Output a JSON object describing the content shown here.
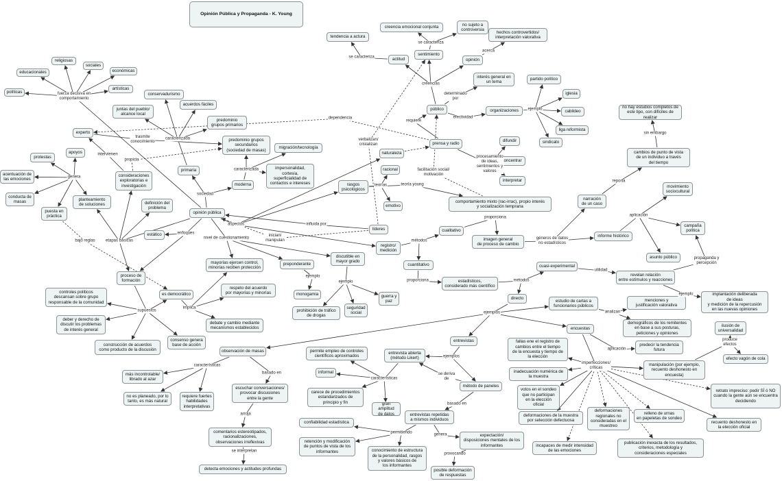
{
  "title": "Opinión Pública y Propaganda - K. Young",
  "nodes": [
    {
      "id": "title",
      "text": "Opinión Pública y Propaganda - K. Young"
    },
    {
      "id": "tendencia",
      "text": "tendencia a actura"
    },
    {
      "id": "creencia",
      "text": "creencia emocional conjunta"
    },
    {
      "id": "nosujeto",
      "text": "no sujeto a\ncontroversia"
    },
    {
      "id": "actitud",
      "text": "actitud"
    },
    {
      "id": "sentimiento",
      "text": "sentimiento"
    },
    {
      "id": "hechos",
      "text": "hechos controvertidos/\ninterpretación valorativa"
    },
    {
      "id": "opinion",
      "text": "opinión"
    },
    {
      "id": "interesg",
      "text": "interés general en\nun tema"
    },
    {
      "id": "publico",
      "text": "público"
    },
    {
      "id": "organizaciones",
      "text": "organizaciones"
    },
    {
      "id": "partido",
      "text": "partido político"
    },
    {
      "id": "iglesia",
      "text": "iglesia"
    },
    {
      "id": "cabildeo",
      "text": "cabildeo"
    },
    {
      "id": "liga",
      "text": "liga reformista"
    },
    {
      "id": "sindicato",
      "text": "sindicato"
    },
    {
      "id": "noestudios",
      "text": "no hay estudios completos de\neste tipo, con difíciles de realizar"
    },
    {
      "id": "cambios",
      "text": "cambios de punto de vista\nde un individuo a través\ndel tiempo"
    },
    {
      "id": "prensa",
      "text": "prensa y radio"
    },
    {
      "id": "difundir",
      "text": "difundir"
    },
    {
      "id": "concentrar",
      "text": "concentrar"
    },
    {
      "id": "interpretar",
      "text": "interpretar"
    },
    {
      "id": "movimiento",
      "text": "movimiento\nsociocultural"
    },
    {
      "id": "narracion",
      "text": "narración\nde un caso"
    },
    {
      "id": "campana",
      "text": "campaña\npolítica"
    },
    {
      "id": "informe",
      "text": "informe histórico"
    },
    {
      "id": "asunto",
      "text": "asunto público"
    },
    {
      "id": "religiosas",
      "text": "religiosas"
    },
    {
      "id": "sociales",
      "text": "sociales"
    },
    {
      "id": "educacionales",
      "text": "educacionales"
    },
    {
      "id": "economicas",
      "text": "económicas"
    },
    {
      "id": "artisticas",
      "text": "artísticas"
    },
    {
      "id": "politicas",
      "text": "políticas"
    },
    {
      "id": "conservadurismo",
      "text": "conservadurismo"
    },
    {
      "id": "juntas",
      "text": "juntas del pueblo/\nalcance local"
    },
    {
      "id": "acuerdos",
      "text": "acuerdos fáciles"
    },
    {
      "id": "experto",
      "text": "experto"
    },
    {
      "id": "predominio1",
      "text": "predominio\ngrupos primarios"
    },
    {
      "id": "predominio2",
      "text": "predominio grupos\nsecundarios\n(sociedad de masas)"
    },
    {
      "id": "migracion",
      "text": "migración/tecnología"
    },
    {
      "id": "apoyos",
      "text": "apoyos"
    },
    {
      "id": "protestas",
      "text": "protestas"
    },
    {
      "id": "primaria",
      "text": "primaria"
    },
    {
      "id": "consideraciones",
      "text": "consideraciones\nexploratorias e\ninvestigación"
    },
    {
      "id": "naturaleza",
      "text": "naturaleza"
    },
    {
      "id": "impersonalidad",
      "text": "impersonalidad,\ncortesía,\nsuperficialidad de\ncontactos e intereses"
    },
    {
      "id": "acentuacion",
      "text": "acentuación de\nlas emociones"
    },
    {
      "id": "racional",
      "text": "racional"
    },
    {
      "id": "moderna",
      "text": "moderna"
    },
    {
      "id": "rasgos",
      "text": "rasgos\npsicológicos"
    },
    {
      "id": "conducta",
      "text": "conducta de\nmasas"
    },
    {
      "id": "planteamiento",
      "text": "planteamiento\nde soluciones"
    },
    {
      "id": "emotivo",
      "text": "emotivo"
    },
    {
      "id": "comportamiento",
      "text": "comportamiento mixto (rac-irrac), propio interés\ny socialización temprana"
    },
    {
      "id": "definicion",
      "text": "definición del\nproblema"
    },
    {
      "id": "puesta",
      "text": "puesta en\npráctica"
    },
    {
      "id": "opinionpublica",
      "text": "opinión pública"
    },
    {
      "id": "lideres",
      "text": "líderes"
    },
    {
      "id": "cualitativo",
      "text": "cualitativo"
    },
    {
      "id": "imagen",
      "text": "imagen general\nde proceso de cambio"
    },
    {
      "id": "estatico",
      "text": "estático"
    },
    {
      "id": "registro",
      "text": "registro/\nmedición"
    },
    {
      "id": "mayorias",
      "text": "mayorías ejercen control,\nminorías reciben protección"
    },
    {
      "id": "discutible",
      "text": "discutible en\nmayor grado"
    },
    {
      "id": "preponderante",
      "text": "preponderante"
    },
    {
      "id": "cuantitativo",
      "text": "cuantitativo"
    },
    {
      "id": "cuasi",
      "text": "cuasi-experimental"
    },
    {
      "id": "revelan",
      "text": "revelan relación\nentre estímulos y reacciones"
    },
    {
      "id": "proceso",
      "text": "proceso de\nformación"
    },
    {
      "id": "estadisticos",
      "text": "estadísticos,\nconsiderado más científico"
    },
    {
      "id": "monogamia",
      "text": "monogamia"
    },
    {
      "id": "controles",
      "text": "controles políticos\ndescansan sobre grupo\nresponsable de la comunidad"
    },
    {
      "id": "respeto",
      "text": "respeto del acuerdo\npor mayorías y minorías"
    },
    {
      "id": "esdemocratico",
      "text": "es democrático"
    },
    {
      "id": "guerra",
      "text": "guerra y\npaz"
    },
    {
      "id": "directo",
      "text": "directo"
    },
    {
      "id": "implantacion",
      "text": "implantación deliberada\nde ideas\ny medición de la repercusión\nen las nuevas opiniones"
    },
    {
      "id": "estudiocartas",
      "text": "estudio de cartas a\nfuncionarios públicos"
    },
    {
      "id": "menciones",
      "text": "menciones y\njustificación valorativa"
    },
    {
      "id": "prohibicion",
      "text": "prohibición de tráfico\nde drogas"
    },
    {
      "id": "seguridad",
      "text": "seguridad\nsocial"
    },
    {
      "id": "deber",
      "text": "deber y derecho de\ndiscutir los problemas\nde interés general"
    },
    {
      "id": "debate",
      "text": "debate y cambio mediante\nmecanismos establecidos"
    },
    {
      "id": "encuestas",
      "text": "encuestas"
    },
    {
      "id": "demograficos",
      "text": "demográficos de los remitentes\nen base a sus posturas,\npeticiones y opiniones"
    },
    {
      "id": "ilusion",
      "text": "ilusión de\nuniversalidad"
    },
    {
      "id": "entrevistas",
      "text": "entrevistas"
    },
    {
      "id": "consenso",
      "text": "consenso genera\nbase de acción"
    },
    {
      "id": "construccion",
      "text": "construcción de acuerdos\ncomo producto de la discusión"
    },
    {
      "id": "fallas",
      "text": "fallas ene el registro de\ncambios entre el tiempo\nde la encuesta y tiempo de\nla elección"
    },
    {
      "id": "predecir",
      "text": "predecir la tendencia\nfutura"
    },
    {
      "id": "observacion",
      "text": "observación de masas"
    },
    {
      "id": "permite",
      "text": "permite empleo de controles\ncientíficos aproximados"
    },
    {
      "id": "entrevistaabierta",
      "text": "entrevista abierta\n(método Likert)"
    },
    {
      "id": "efecto",
      "text": "efecto vagón de cola"
    },
    {
      "id": "informal",
      "text": "informal"
    },
    {
      "id": "inadecuacion",
      "text": "inadecuación numérica de\nla muestra"
    },
    {
      "id": "manipulacion",
      "text": "manipulación (por ejemplo,\nrecuento deshonesto en\nencuesta)"
    },
    {
      "id": "masincontrolable",
      "text": "más incontrolable/\nlibrado al azar"
    },
    {
      "id": "escuchar",
      "text": "escuchar conversaciones/\nprovocar discusiones\nentre la gente"
    },
    {
      "id": "metodopaneles",
      "text": "método de paneles"
    },
    {
      "id": "votos",
      "text": "votos en el sondeo\nque no participan\nen la elección\noficial"
    },
    {
      "id": "noesplaneado",
      "text": "no es planeado, por lo\ntanto, es más natural"
    },
    {
      "id": "requiere",
      "text": "requiere fuertes\nhabilidades\ninterpretativas"
    },
    {
      "id": "carece",
      "text": "carece de procedimientos\nestandarizados de\nprincipio y fin"
    },
    {
      "id": "retrato",
      "text": "retrato impreciso: pedir SÍ ó NO\ncuando la gente aún se encuentra\ndecidiendo"
    },
    {
      "id": "granamplitud",
      "text": "gran amplitud\nde datos"
    },
    {
      "id": "deformaciones1",
      "text": "deformaciones de la muestra\npor selección defectuosa"
    },
    {
      "id": "deformaciones2",
      "text": "deformaciones\nregionales no\nconsideradas en el\nmuestreo"
    },
    {
      "id": "relleno",
      "text": "relleno de urnas\nen papeletas de sondeo"
    },
    {
      "id": "entrevistasrep",
      "text": "entrevistas repetidas\na mismos individuos"
    },
    {
      "id": "confiabilidad",
      "text": "confiabilidad estadística"
    },
    {
      "id": "recuento",
      "text": "recuento deshonesto en\nla elección oficial"
    },
    {
      "id": "comentarios",
      "text": "comentarios estereotipados,\nracionalizaciones,\nobservaciones irreflexivas"
    },
    {
      "id": "retencion",
      "text": "retención y modificación\nde puntos de vista de los\ninformantes"
    },
    {
      "id": "expectacion",
      "text": "expectación/\ndisposiciones mentales de los\ninformantes"
    },
    {
      "id": "incapaces",
      "text": "incapaces de medir intensidad\nde las emociones"
    },
    {
      "id": "publicacion",
      "text": "publicación inexacta de los resultados,\ncriterios, metodología y\nconsideraciones especiales"
    },
    {
      "id": "conocimiento",
      "text": "conocimiento de estructura\nde la personalidad, rasgos\ny valores básicos de\nlos informantes"
    },
    {
      "id": "detecta",
      "text": "detecta emociones y actitudes profundas"
    },
    {
      "id": "posible",
      "text": "posible deformación\nde respuestas"
    }
  ],
  "labels": [
    {
      "id": "l_secaracteriza1",
      "text": "se caracteriza"
    },
    {
      "id": "l_secaracteriza2",
      "text": "se caracteriza"
    },
    {
      "id": "l_acerca",
      "text": "acerca"
    },
    {
      "id": "l_creencias",
      "text": "creencias"
    },
    {
      "id": "l_determinado",
      "text": "determinado\npor"
    },
    {
      "id": "l_efectividad",
      "text": "efectividad"
    },
    {
      "id": "l_ejemplo1",
      "text": "ejemplo"
    },
    {
      "id": "l_sinembargo",
      "text": "sin embargo"
    },
    {
      "id": "l_requiere",
      "text": "requiere"
    },
    {
      "id": "l_verbalizan",
      "text": "verbalizan/\ncristalizan"
    },
    {
      "id": "l_procesamiento",
      "text": "procesamiento\nde ideas,\nsentimientos y\nvalores"
    },
    {
      "id": "l_reporta",
      "text": "reporta"
    },
    {
      "id": "l_fuerza",
      "text": "fuerza decisiva en\ncomportamiento"
    },
    {
      "id": "l_caracterizada1",
      "text": "caracterizada"
    },
    {
      "id": "l_dependencia",
      "text": "dependencia"
    },
    {
      "id": "l_trasmite",
      "text": "trasmite\nconocimiento"
    },
    {
      "id": "l_caracterizada2",
      "text": "caracterizada"
    },
    {
      "id": "l_intervienen",
      "text": "intervienen"
    },
    {
      "id": "l_propicia",
      "text": "propicia"
    },
    {
      "id": "l_genera1",
      "text": "genera"
    },
    {
      "id": "l_facilitacion",
      "text": "facilitación social/\nmotivación"
    },
    {
      "id": "l_teorias",
      "text": "teorías"
    },
    {
      "id": "l_teoriayoung",
      "text": "teoría young"
    },
    {
      "id": "l_sociedad",
      "text": "sociedad"
    },
    {
      "id": "l_aplicacion1",
      "text": "aplicación"
    },
    {
      "id": "l_aspectos",
      "text": "aspectos"
    },
    {
      "id": "l_influida",
      "text": "influida por"
    },
    {
      "id": "l_proporciona",
      "text": "proporciona"
    },
    {
      "id": "l_etapas",
      "text": "etapas básicas"
    },
    {
      "id": "l_bajoreglas",
      "text": "bajo reglas"
    },
    {
      "id": "l_enfoques",
      "text": "enfoques"
    },
    {
      "id": "l_nivel",
      "text": "nivel de cuestionamiento"
    },
    {
      "id": "l_inician",
      "text": "inician/\nmanipulan"
    },
    {
      "id": "l_metodos1",
      "text": "métodos"
    },
    {
      "id": "l_generos",
      "text": "géneros de datos\nno estadísticos"
    },
    {
      "id": "l_propaganda",
      "text": "propaganda y\npercepción"
    },
    {
      "id": "l_utilidad",
      "text": "utilidad"
    },
    {
      "id": "l_ejemplo2",
      "text": "ejemplo"
    },
    {
      "id": "l_proporciona2",
      "text": "proporciona"
    },
    {
      "id": "l_metodos2",
      "text": "métodos"
    },
    {
      "id": "l_ejemplo3",
      "text": "ejemplo"
    },
    {
      "id": "l_ejemplo4",
      "text": "ejemplo"
    },
    {
      "id": "l_supuestos",
      "text": "supuestos"
    },
    {
      "id": "l_implica",
      "text": "implica"
    },
    {
      "id": "l_analizan",
      "text": "analizan"
    },
    {
      "id": "l_ejemplos",
      "text": "ejemplos"
    },
    {
      "id": "l_producefectos",
      "text": "produce\nefectos"
    },
    {
      "id": "l_aplicacion2",
      "text": "aplicación"
    },
    {
      "id": "l_imperfecciones",
      "text": "imperfecciones/\ncríticas"
    },
    {
      "id": "l_ejemplos2",
      "text": "ejemplos"
    },
    {
      "id": "l_caracteristicas1",
      "text": "características"
    },
    {
      "id": "l_basadoen1",
      "text": "basado en"
    },
    {
      "id": "l_caracteristicas2",
      "text": "características"
    },
    {
      "id": "l_sederiva",
      "text": "se deriva\nde"
    },
    {
      "id": "l_arroja",
      "text": "arroja"
    },
    {
      "id": "l_basadoen2",
      "text": "basado en"
    },
    {
      "id": "l_permitiendo",
      "text": "permitiendo"
    },
    {
      "id": "l_genera2",
      "text": "genera"
    },
    {
      "id": "l_seinterpretan",
      "text": "se interpretan"
    },
    {
      "id": "l_provocando",
      "text": "provocando"
    }
  ],
  "colors": {
    "node_fill": "#eef3f4",
    "node_border": "#8a9496",
    "edge": "#333333",
    "text": "#111111"
  }
}
